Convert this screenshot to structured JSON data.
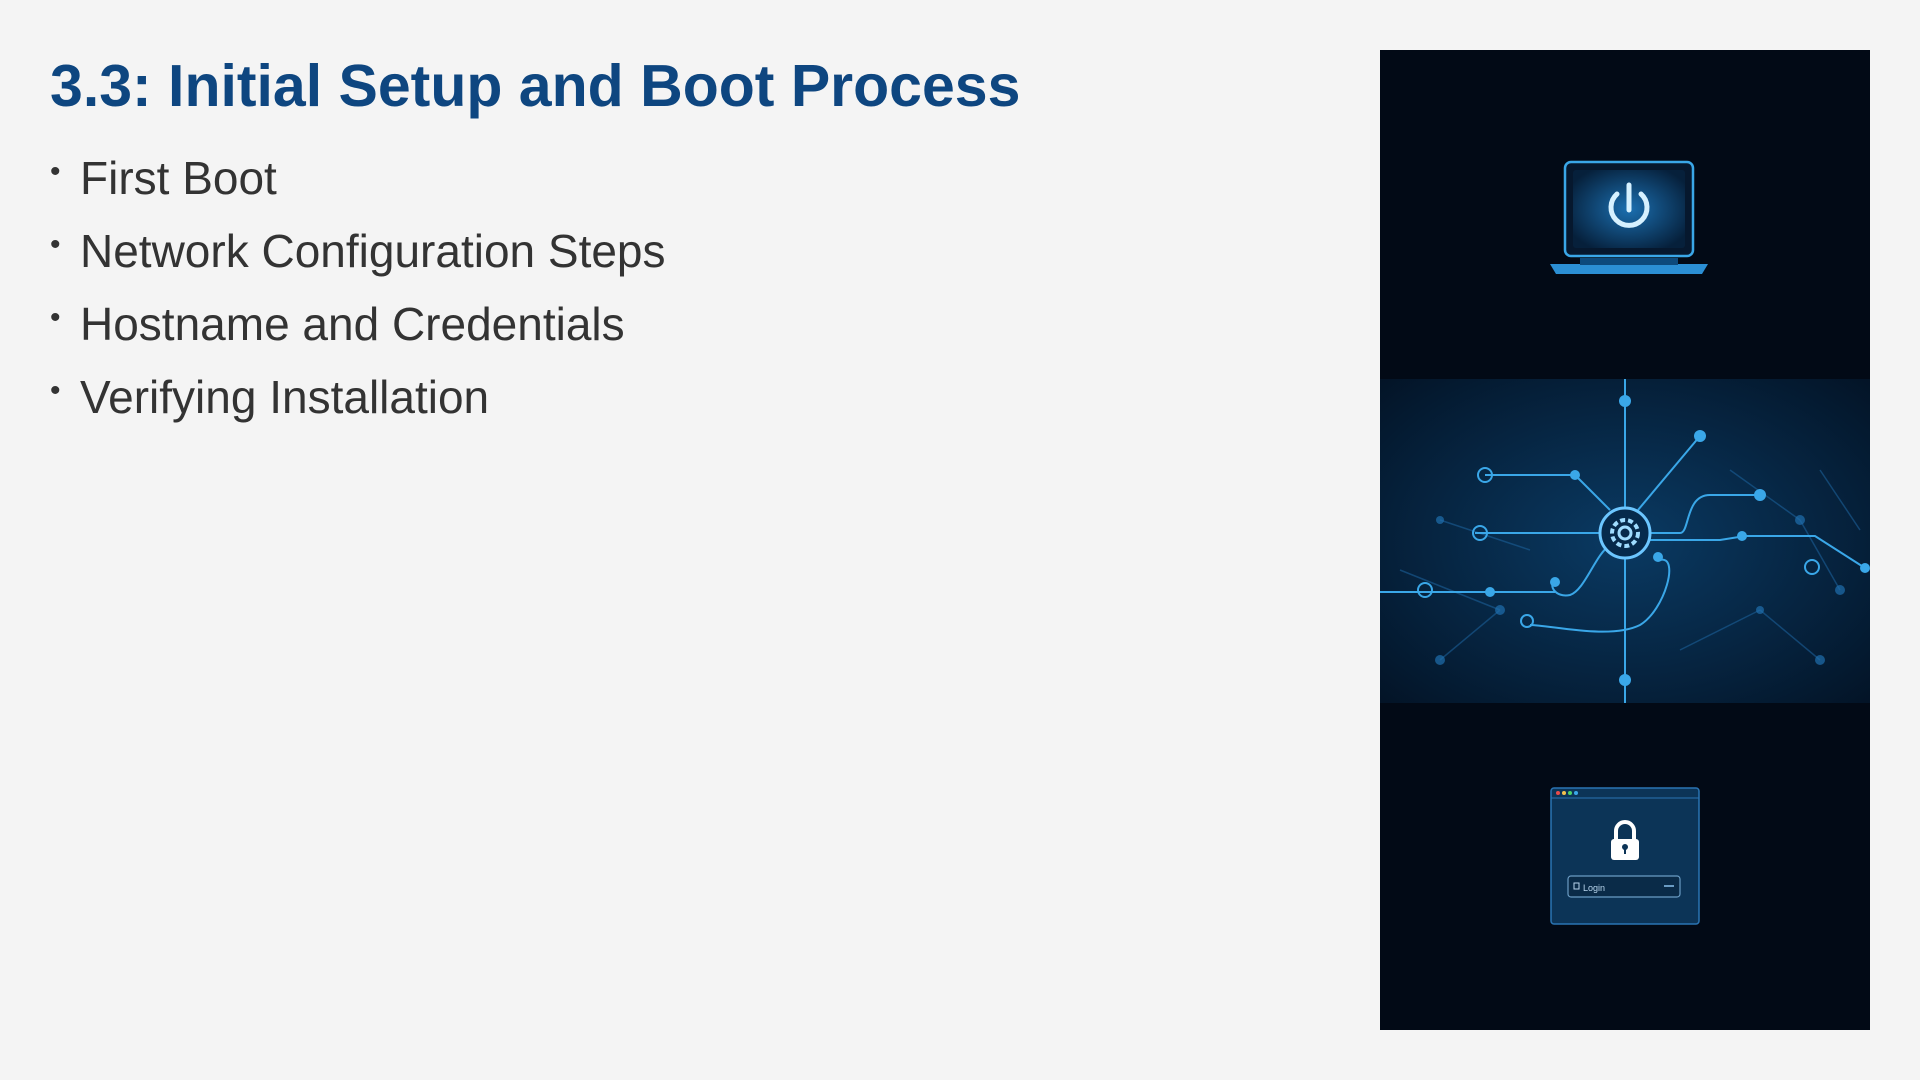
{
  "slide": {
    "title": "3.3: Initial Setup and Boot Process",
    "bullets": [
      "First Boot",
      "Network Configuration Steps",
      "Hostname and Credentials",
      "Verifying Installation"
    ]
  },
  "illustration": {
    "panels": [
      "power-button-laptop",
      "network-config-graph",
      "login-lock-window"
    ],
    "login_field_text": "Login",
    "accent_color": "#3aa7e8",
    "background_color": "#020a16"
  },
  "colors": {
    "title": "#0e4680",
    "text": "#333333",
    "page_background": "#f4f4f4"
  }
}
